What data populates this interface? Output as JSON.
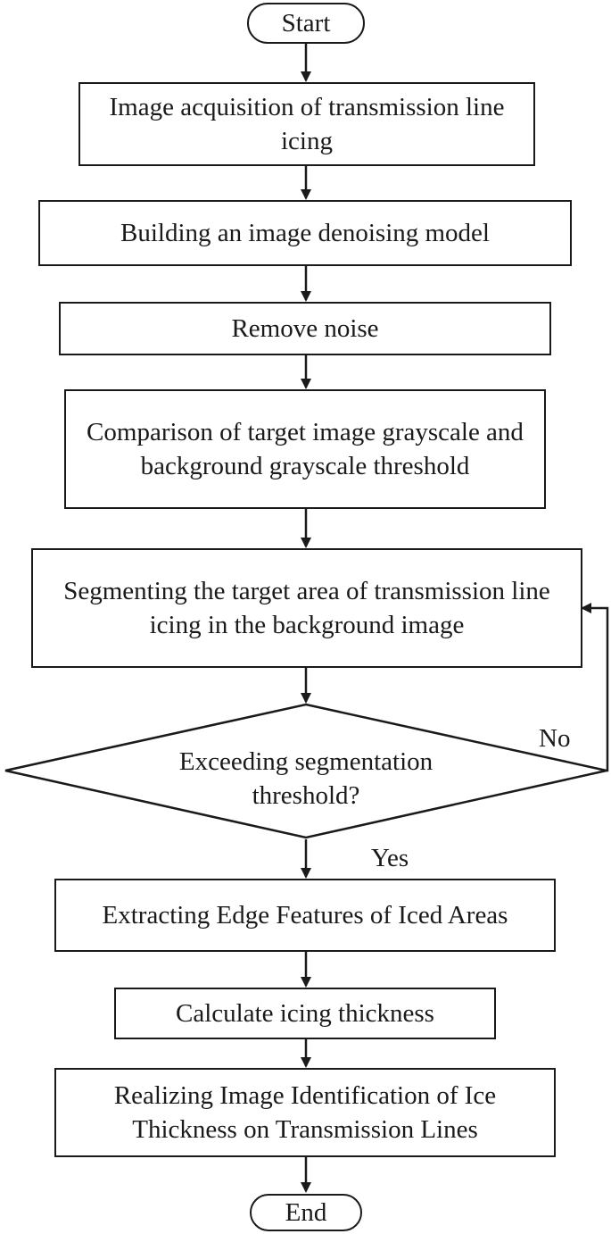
{
  "flowchart": {
    "start": "Start",
    "end": "End",
    "steps": [
      "Image acquisition of transmission line icing",
      "Building an image denoising model",
      "Remove noise",
      "Comparison of target image grayscale and background grayscale threshold",
      "Segmenting the target area of transmission line icing in the background image",
      "Extracting Edge Features of Iced Areas",
      "Calculate icing thickness",
      "Realizing Image Identification of Ice Thickness on Transmission Lines"
    ],
    "decision": {
      "text_line1": "Exceeding segmentation",
      "text_line2": "threshold?",
      "yes_label": "Yes",
      "no_label": "No"
    }
  }
}
